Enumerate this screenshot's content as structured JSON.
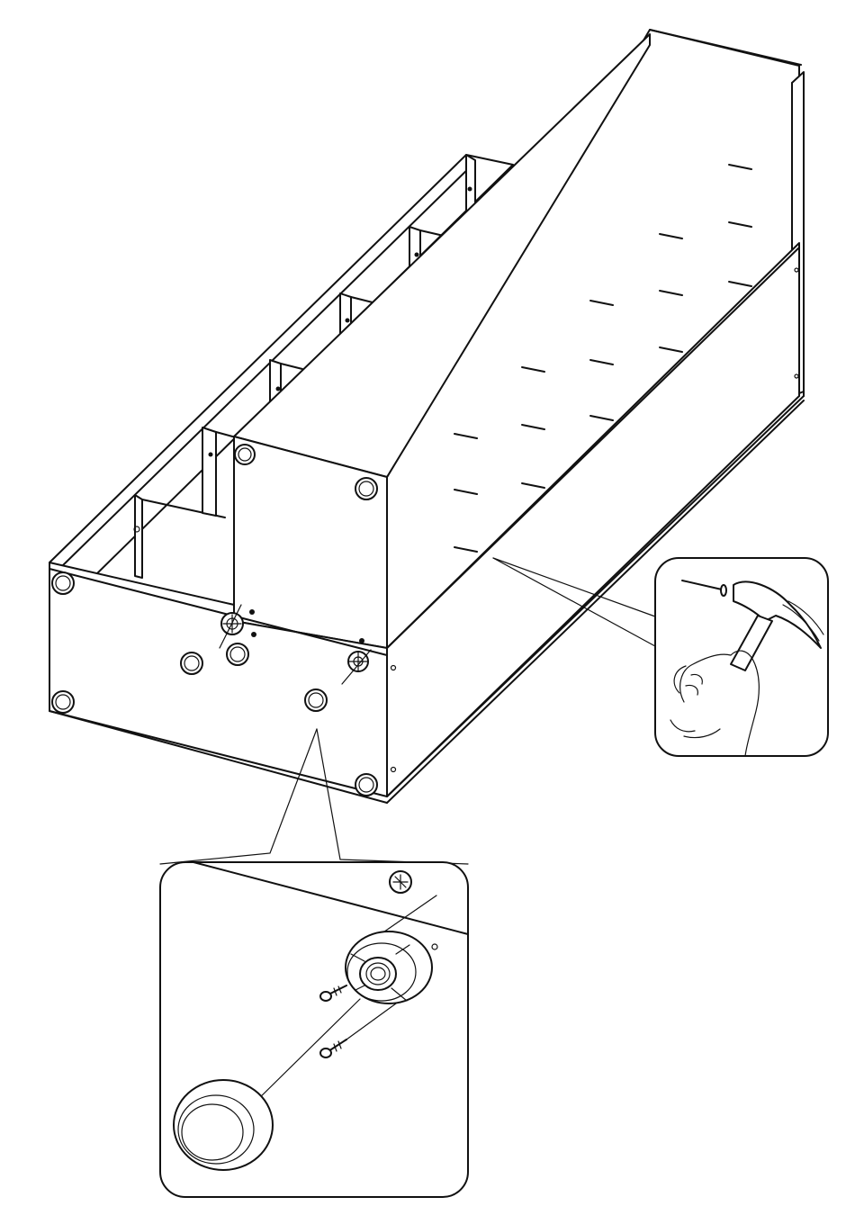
{
  "figure": {
    "subject": "assembly-diagram",
    "callouts": [
      "nailing-detail",
      "foot-glide-detail"
    ]
  },
  "colors": {
    "line": "#111111",
    "background": "#ffffff"
  },
  "icons": {
    "screwdriver": "phillips-screwdriver-icon",
    "hammer": "hammer-icon",
    "nail": "nail-icon",
    "screw": "screw-icon",
    "foot_pad": "foot-pad-icon",
    "leveler_base": "leveler-base-icon"
  }
}
